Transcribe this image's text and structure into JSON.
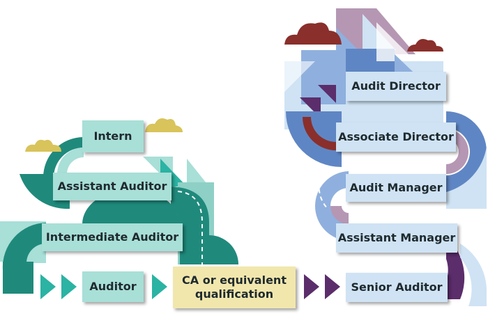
{
  "steps": {
    "intern": "Intern",
    "assistant_auditor": "Assistant Auditor",
    "intermediate_auditor": "Intermediate Auditor",
    "auditor": "Auditor",
    "qualification_line1": "CA or equivalent",
    "qualification_line2": "qualification",
    "senior_auditor": "Senior Auditor",
    "assistant_manager": "Assistant Manager",
    "audit_manager": "Audit Manager",
    "associate_director": "Associate Director",
    "audit_director": "Audit Director"
  },
  "colors": {
    "teal_dark": "#1f8a7c",
    "teal": "#2bb3a3",
    "mint": "#a8dfd7",
    "blue_dark": "#5f86c4",
    "blue_light": "#cfe3f4",
    "mauve": "#b597b3",
    "purple": "#5b2d6b",
    "cream": "#f1e7ad",
    "brick": "#8a2f2b",
    "mustard": "#d8c45a"
  }
}
